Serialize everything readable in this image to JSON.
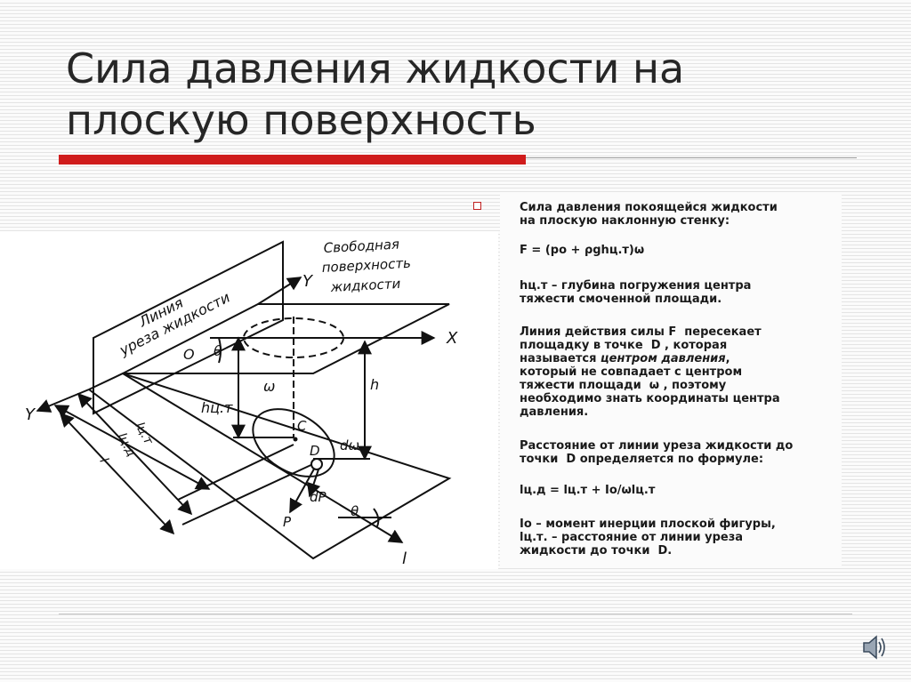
{
  "slide": {
    "title_lines": [
      "Сила давления жидкости на",
      "плоскую поверхность"
    ]
  },
  "text_panel": {
    "p1_lines": [
      "Сила давления покоящейся жидкости",
      "на плоскую наклонную стенку:"
    ],
    "formula_force": "F = (po + ρghц.т)ω",
    "p3_lines": [
      "hц.т – глубина погружения центра",
      "тяжести смоченной площади."
    ],
    "p4_line1": "Линия действия силы F  пересекает",
    "p4_line2": "площадку в точке  D , которая",
    "p4_line3_pre": "называется ",
    "p4_line3_em": "центром давления",
    "p4_line3_post": ",",
    "p4_rest_lines": [
      "который не совпадает с центром",
      "тяжести площади  ω , поэтому",
      "необходимо знать координаты центра",
      "давления."
    ],
    "p5_lines": [
      "Расстояние от линии уреза жидкости до",
      "точки  D определяется по формуле:"
    ],
    "formula_depth": "lц.д = lц.т + Io/ωlц.т",
    "p7_lines": [
      "Io – момент инерции плоской фигуры,",
      "lц.т. – расстояние от линии уреза",
      "жидкости до точки  D."
    ]
  },
  "diagram": {
    "free_surface_lines": [
      "Свободная",
      "поверхность",
      "жидкости"
    ],
    "edge_line_label_lines": [
      "Линия",
      "уреза жидкости"
    ],
    "labels": {
      "y_top": "Y",
      "x_axis": "X",
      "origin": "O",
      "theta_top": "θ",
      "h_ct": "hц.т",
      "h": "h",
      "omega": "ω",
      "c": "C",
      "d": "D",
      "d_omega": "dω",
      "y_left": "Y",
      "l_ct": "lц.т",
      "l_cd": "lц.д",
      "l": "l",
      "dp": "dP",
      "p": "P",
      "theta_bottom": "θ",
      "l_axis": "l"
    }
  },
  "icons": {
    "speaker": "speaker-icon"
  },
  "colors": {
    "accent_red": "#d01c1c",
    "text": "#1a1a1a"
  }
}
